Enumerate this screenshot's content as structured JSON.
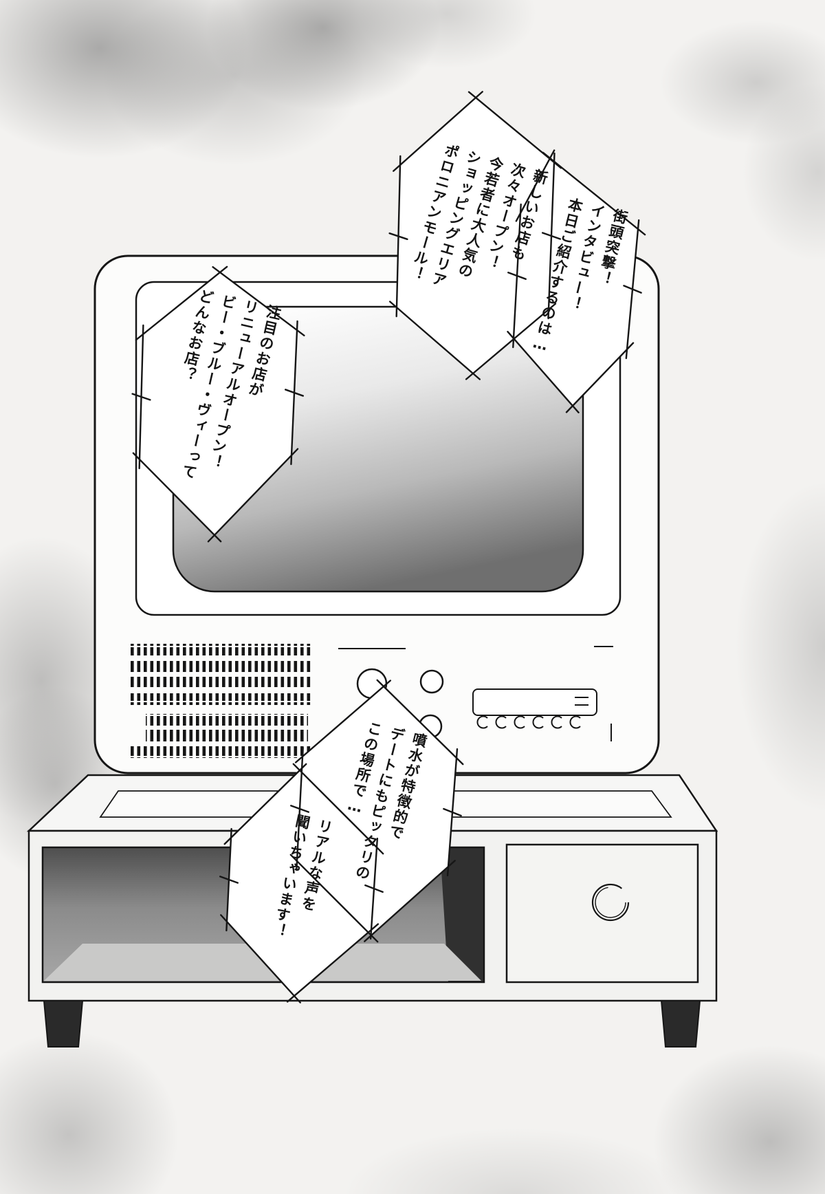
{
  "palette": {
    "ink": "#161616",
    "paper": "#f3f2f0",
    "screen_dark": "#6f6f6f",
    "shelf_dark": "#303030"
  },
  "bubbles": {
    "intro": {
      "text": "街頭突撃！\nインタビュー！\n本日ご紹介するのは…"
    },
    "mall": {
      "text": "新しいお店も\n次々オープン！\n今若者に大人気の\nショッピングエリア\nポロニアンモール！"
    },
    "shop": {
      "text": "注目のお店が\nリニューアルオープン！\nビー・ブルー・ヴィーって\nどんなお店？"
    },
    "fountain": {
      "text": "噴水が特徴的で\nデートにもピッタリの\nこの場所で…"
    },
    "voices": {
      "text": "リアルな声を\n聞いちゃいます！"
    }
  }
}
